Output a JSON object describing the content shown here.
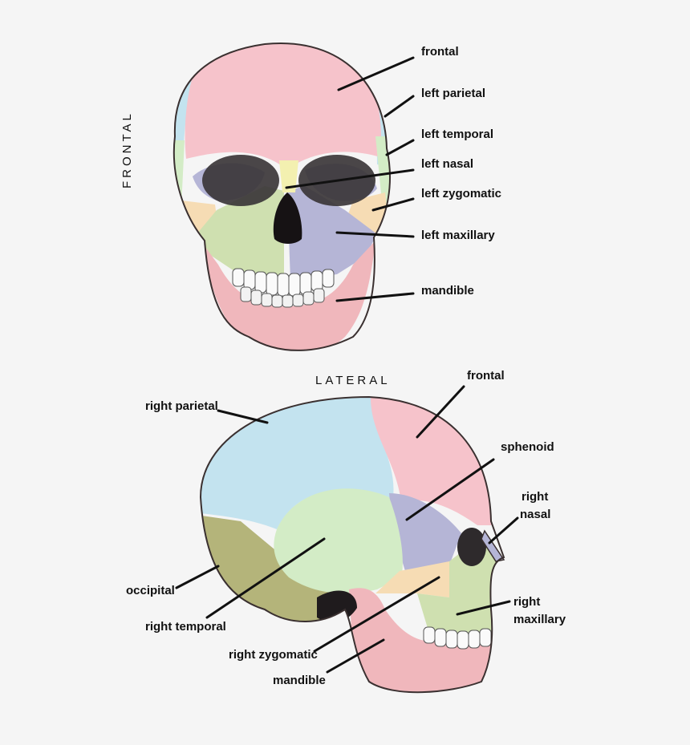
{
  "colors": {
    "background": "#f5f5f5",
    "frontal_bone": "#f6c3cb",
    "parietal_bone": "#c3e3ef",
    "temporal_bone": "#d3ecc6",
    "sphenoid_bone": "#b5b5d6",
    "nasal_bone": "#f3f0b0",
    "zygomatic_bone": "#f6dcb4",
    "maxillary_bone": "#cfe0b0",
    "mandible_bone": "#f0b7bc",
    "occipital_bone": "#b4b47a",
    "outline": "#3a3030"
  },
  "frontal_view": {
    "title": "FRONTAL",
    "labels": {
      "frontal": "frontal",
      "left_parietal": "left parietal",
      "left_temporal": "left temporal",
      "left_nasal": "left nasal",
      "left_zygomatic": "left zygomatic",
      "left_maxillary": "left maxillary",
      "mandible": "mandible"
    }
  },
  "lateral_view": {
    "title": "LATERAL",
    "labels": {
      "frontal": "frontal",
      "sphenoid": "sphenoid",
      "right_nasal_line1": "right",
      "right_nasal_line2": "nasal",
      "right_maxillary_line1": "right",
      "right_maxillary_line2": "maxillary",
      "right_parietal": "right parietal",
      "occipital": "occipital",
      "right_temporal": "right temporal",
      "right_zygomatic": "right zygomatic",
      "mandible": "mandible"
    }
  }
}
